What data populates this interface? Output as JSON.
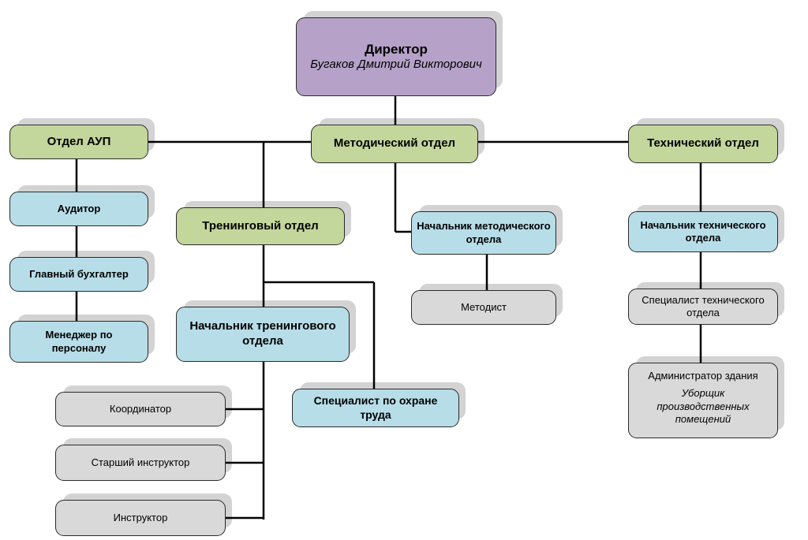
{
  "director": {
    "title": "Директор",
    "name": "Бугаков Дмитрий Викторович"
  },
  "departments": {
    "aup": "Отдел АУП",
    "methodical": "Методический отдел",
    "technical": "Технический отдел",
    "training": "Тренинговый отдел"
  },
  "aup": {
    "auditor": "Аудитор",
    "chief_accountant": "Главный бухгалтер",
    "hr_manager": "Менеджер по персоналу"
  },
  "training": {
    "head": "Начальник тренингового отдела",
    "safety_specialist": "Специалист по охране труда",
    "coordinator": "Координатор",
    "senior_instructor": "Старший инструктор",
    "instructor": "Инструктор"
  },
  "methodical": {
    "head": "Начальник методического отдела",
    "methodist": "Методист"
  },
  "technical": {
    "head": "Начальник технического отдела",
    "specialist": "Специалист технического отдела",
    "building_admin": "Администратор здания",
    "cleaner": "Уборщик производственных помещений"
  },
  "colors": {
    "director": "#b6a2c8",
    "department": "#c3d69b",
    "position": "#b7dde8",
    "subordinate": "#d9d9d9",
    "shadow": "#d3d3d3",
    "line": "#000000"
  }
}
